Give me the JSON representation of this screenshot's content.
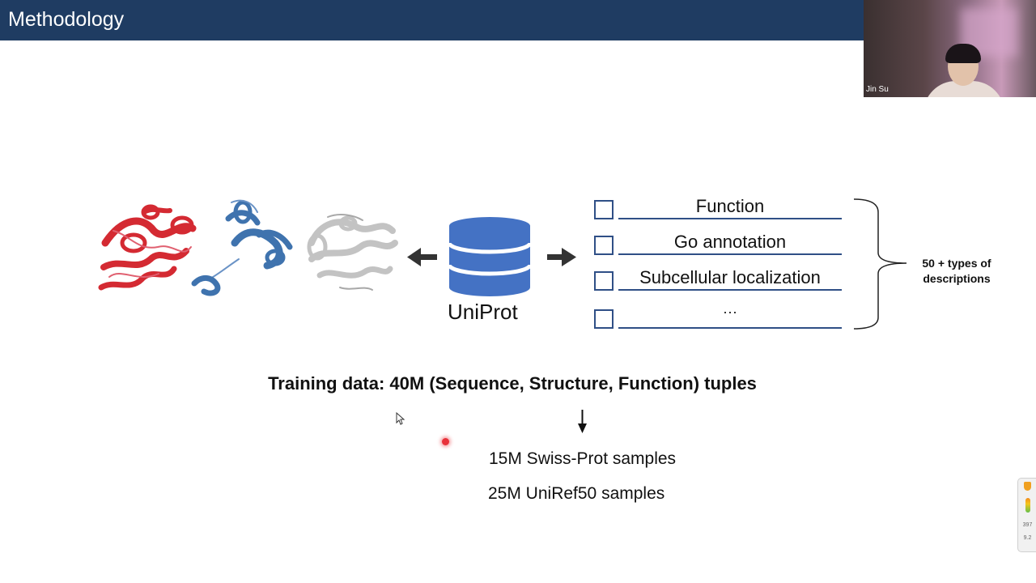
{
  "slide": {
    "title": "Methodology",
    "uniprot_label": "UniProt",
    "descriptions": [
      "Function",
      "Go annotation",
      "Subcellular localization",
      "···"
    ],
    "brace_label": "50 + types of descriptions",
    "training_title": "Training data: 40M (Sequence, Structure, Function) tuples",
    "samples": [
      "15M Swiss-Prot samples",
      "25M UniRef50 samples"
    ]
  },
  "video": {
    "participant_name": "Jin Su"
  },
  "side_widget": {
    "stat_top": "397",
    "stat_bottom": "9.2"
  },
  "colors": {
    "title_bar": "#1f3c62",
    "database": "#4472c4",
    "protein_red": "#d42a32",
    "protein_blue": "#3f73ae",
    "protein_gray": "#c8c8c8",
    "underline": "#2f4f86"
  }
}
